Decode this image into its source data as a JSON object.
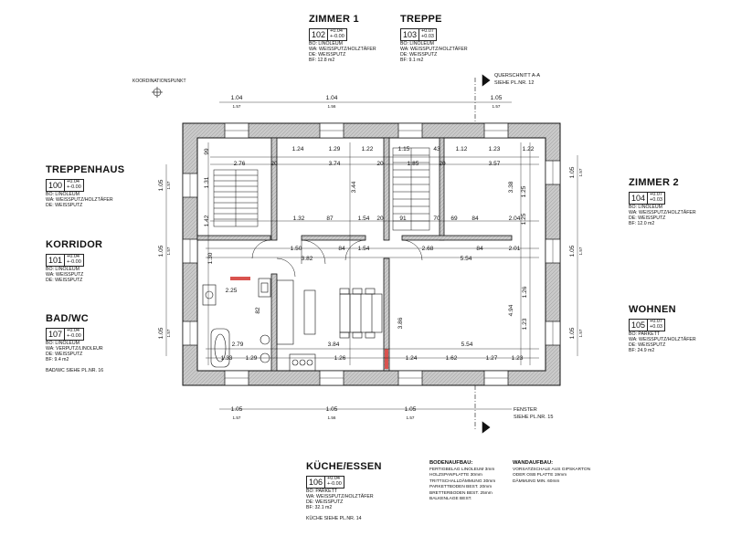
{
  "rooms": {
    "zimmer1": {
      "name": "ZIMMER 1",
      "nr": "102",
      "lv_top": "+0.04",
      "lv_bot": "+-0.00",
      "lines": [
        "BO: LINOLEUM",
        "WA: WEISSPUTZ/HOLZTÄFER",
        "DE: WEISSPUTZ",
        "BF: 12.8 m2"
      ]
    },
    "treppe": {
      "name": "TREPPE",
      "nr": "103",
      "lv_top": "+0.07",
      "lv_bot": "+0.03",
      "lines": [
        "BO: LINOLEUM",
        "WA: WEISSPUTZ/HOLZTÄFER",
        "DE: WEISSPUTZ",
        "BF: 9.1 m2"
      ]
    },
    "treppenhaus": {
      "name": "TREPPENHAUS",
      "nr": "100",
      "lv_top": "+0.04",
      "lv_bot": "+-0.00",
      "lines": [
        "BO: LINOLEUM",
        "WA: WEISSPUTZ/HOLZTÄFER",
        "DE: WEISSPUTZ"
      ]
    },
    "korridor": {
      "name": "KORRIDOR",
      "nr": "101",
      "lv_top": "+0.04",
      "lv_bot": "+-0.00",
      "lines": [
        "BO: LINOLEUM",
        "WA: WEISSPUTZ",
        "DE: WEISSPUTZ"
      ]
    },
    "badwc": {
      "name": "BAD/WC",
      "nr": "107",
      "lv_top": "+0.04",
      "lv_bot": "+-0.00",
      "lines": [
        "BO: LINOLEUM",
        "WA: VERPUTZ/LINOLEUR",
        "DE: WEISSPUTZ",
        "BF: 9.4 m2"
      ],
      "ref": "BAD/WC SIEHE PL.NR. 16"
    },
    "zimmer2": {
      "name": "ZIMMER 2",
      "nr": "104",
      "lv_top": "+0.07",
      "lv_bot": "+0.03",
      "lines": [
        "BO: LINOLEUM",
        "WA: WEISSPUTZ/HOLZTÄFER",
        "DE: WEISSPUTZ",
        "BF: 12.0 m2"
      ]
    },
    "wohnen": {
      "name": "WOHNEN",
      "nr": "105",
      "lv_top": "+0.07",
      "lv_bot": "+0.03",
      "lines": [
        "BO: PARKETT",
        "WA: WEISSPUTZ/HOLZTÄFER",
        "DE: WEISSPUTZ",
        "BF: 24.9 m2"
      ]
    },
    "kueche": {
      "name": "KÜCHE/ESSEN",
      "nr": "106",
      "lv_top": "+0.04",
      "lv_bot": "+-0.00",
      "lines": [
        "BO: PARKETT",
        "WA: WEISSPUTZ/HOLZTÄFER",
        "DE: WEISSPUTZ",
        "BF: 32.1 m2"
      ],
      "ref": "KÜCHE SIEHE PL.NR. 14"
    }
  },
  "notes": {
    "koordination": "KOORDINATIONSPUNKT",
    "querschnitt": [
      "QUERSCHNITT A-A",
      "SIEHE PL.NR. 12"
    ],
    "fenster": [
      "FENSTER",
      "SIEHE PL.NR. 15"
    ],
    "boden": {
      "title": "BODENAUFBAU:",
      "lines": [
        "FERTIGBELAG LINOLEUM 3mm",
        "HOLZSPANPLATTE 30mm",
        "TRITTSCHALLDÄMMUNG 30mm",
        "PARKETTBODEN BEST. 20mm",
        "BRETTERBODEN BEST. 25mm",
        "BALKENLAGE BEST."
      ]
    },
    "wand": {
      "title": "WANDAUFBAU:",
      "lines": [
        "VORSATZSCHALE AUS GIPSKARTON",
        "ODER OSB PLATTE 19mm",
        "DÄMMUNG MIN. 60mm"
      ]
    }
  },
  "dims": {
    "top_windows": [
      [
        "1.04",
        "1.57"
      ],
      [
        "1.04",
        "1.56"
      ],
      [
        "1.05",
        "1.57"
      ]
    ],
    "bottom_windows": [
      [
        "1.05",
        "1.57"
      ],
      [
        "1.05",
        "1.56"
      ],
      [
        "1.05",
        "1.57"
      ]
    ],
    "left_windows": [
      [
        "1.05",
        "1.57"
      ],
      [
        "1.05",
        "1.57"
      ],
      [
        "1.05",
        "1.57"
      ]
    ],
    "right_windows": [
      [
        "1.05",
        "1.57"
      ],
      [
        "1.05",
        "1.57"
      ],
      [
        "1.05",
        "1.57"
      ]
    ],
    "inner": {
      "r1a": "1.24",
      "r1b": "1.29",
      "r1c": "1.22",
      "r1d": "1.15",
      "r1e": "43",
      "r1f": "1.12",
      "r1g": "1.23",
      "r1h": "1.22",
      "w274": "2.76",
      "w374": "3.74",
      "w185": "1.85",
      "w357": "3.57",
      "h99": "99",
      "h131": "1.31",
      "h142": "1.42",
      "h20a": "20",
      "h20b": "20",
      "h20c": "20",
      "h344": "3.44",
      "h338": "3.38",
      "h125": "1.25",
      "h125b": "1.25",
      "m132": "1.32",
      "m87": "87",
      "m154": "1.54",
      "m20": "20",
      "m91": "91",
      "m70": "70",
      "m69": "69",
      "m84": "84",
      "m204": "2.04",
      "c150": "1.50",
      "c84": "84",
      "c154": "1.54",
      "c268": "2.68",
      "c84b": "84",
      "c201": "2.01",
      "c382": "3.82",
      "c554": "5.54",
      "k225": "2.25",
      "k82": "82",
      "k279": "2.79",
      "k129": "1.29",
      "k384": "3.84",
      "k554b": "5.54",
      "k126": "1.26",
      "k124": "1.24",
      "k162": "1.62",
      "k127": "1.27",
      "k123": "1.23",
      "k494": "4.94",
      "k386": "3.86",
      "k133": "1.33",
      "k130": "1.30",
      "k126b": "1.26",
      "k123b": "1.23"
    }
  }
}
